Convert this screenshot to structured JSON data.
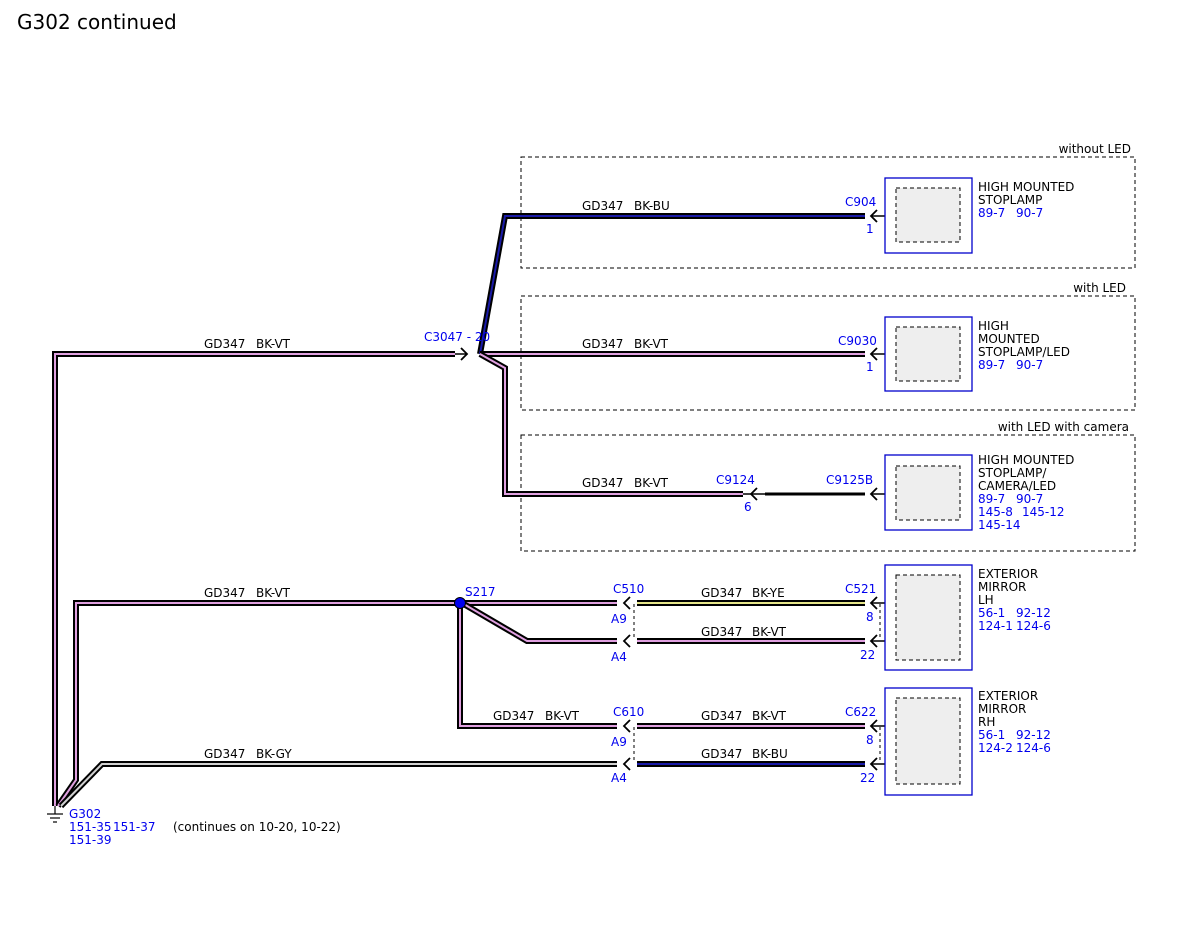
{
  "page_title": "G302 continued",
  "sections": {
    "without_led": "without LED",
    "with_led": "with LED",
    "with_led_camera": "with LED with camera"
  },
  "colors": {
    "BK-VT": "#e0a0e0",
    "BK-BU": "#1a1aa8",
    "BK-YE": "#e6e68a",
    "BK-GY": "#d0d0d0",
    "wire_edge": "#000000",
    "connector_label": "#0000ee"
  },
  "wires": {
    "main_trunk": {
      "circuit": "GD347",
      "color": "BK-VT"
    },
    "c904": {
      "circuit": "GD347",
      "color": "BK-BU"
    },
    "c9030": {
      "circuit": "GD347",
      "color": "BK-VT"
    },
    "c9124": {
      "circuit": "GD347",
      "color": "BK-VT"
    },
    "s217_feed": {
      "circuit": "GD347",
      "color": "BK-VT"
    },
    "c521": {
      "circuit": "GD347",
      "color": "BK-YE"
    },
    "c510_a4": {
      "circuit": "GD347",
      "color": "BK-VT"
    },
    "s217_c610": {
      "circuit": "GD347",
      "color": "BK-VT"
    },
    "c622_8": {
      "circuit": "GD347",
      "color": "BK-VT"
    },
    "gy_trunk": {
      "circuit": "GD347",
      "color": "BK-GY"
    },
    "c622_22": {
      "circuit": "GD347",
      "color": "BK-BU"
    }
  },
  "connectors": {
    "c3047": "C3047 - 20",
    "c904": {
      "id": "C904",
      "pin": "1"
    },
    "c9030": {
      "id": "C9030",
      "pin": "1"
    },
    "c9124": {
      "id": "C9124",
      "pin": "6"
    },
    "c9125b": {
      "id": "C9125B"
    },
    "s217": "S217",
    "c510": {
      "id": "C510",
      "pin_a": "A9",
      "pin_b": "A4"
    },
    "c521": {
      "id": "C521",
      "pin_a": "8",
      "pin_b": "22"
    },
    "c610": {
      "id": "C610",
      "pin_a": "A9",
      "pin_b": "A4"
    },
    "c622": {
      "id": "C622",
      "pin_a": "8",
      "pin_b": "22"
    }
  },
  "components": {
    "stoplamp": {
      "lines": [
        "HIGH MOUNTED",
        "STOPLAMP"
      ],
      "refs": [
        "89-7",
        "90-7"
      ]
    },
    "stoplamp_led": {
      "lines": [
        "HIGH",
        "MOUNTED",
        "STOPLAMP/LED"
      ],
      "refs": [
        "89-7",
        "90-7"
      ]
    },
    "stoplamp_camera": {
      "lines": [
        "HIGH MOUNTED",
        "STOPLAMP/",
        "CAMERA/LED"
      ],
      "refs": [
        "89-7",
        "90-7",
        "145-8",
        "145-12",
        "145-14"
      ]
    },
    "mirror_lh": {
      "lines": [
        "EXTERIOR",
        "MIRROR",
        "LH"
      ],
      "refs": [
        "56-1",
        "92-12",
        "124-1",
        "124-6"
      ]
    },
    "mirror_rh": {
      "lines": [
        "EXTERIOR",
        "MIRROR",
        "RH"
      ],
      "refs": [
        "56-1",
        "92-12",
        "124-2",
        "124-6"
      ]
    }
  },
  "ground": {
    "id": "G302",
    "refs": [
      "151-35",
      "151-37",
      "151-39"
    ],
    "note": "(continues on 10-20, 10-22)"
  }
}
